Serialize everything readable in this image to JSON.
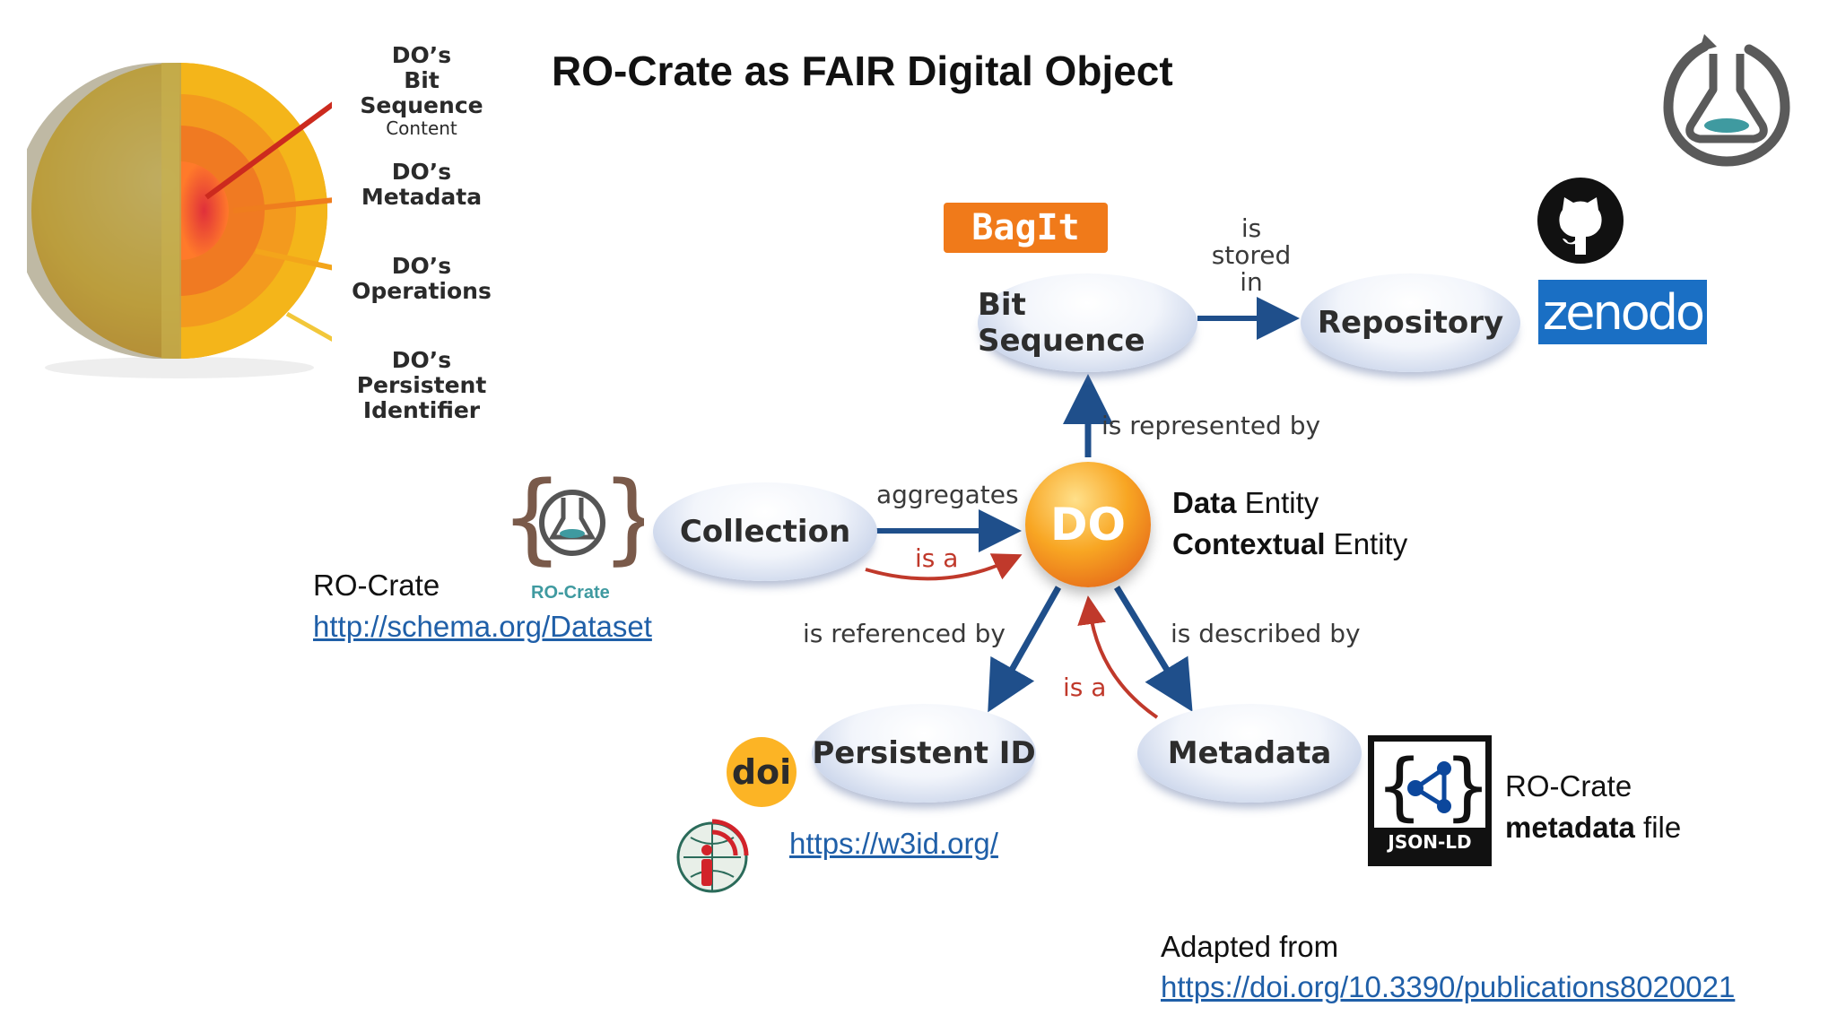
{
  "title": "RO-Crate as FAIR Digital Object",
  "do_layers": [
    {
      "title": "DO’s",
      "name": "Bit Sequence",
      "sub": "Content"
    },
    {
      "title": "DO’s",
      "name": "Metadata",
      "sub": ""
    },
    {
      "title": "DO’s",
      "name": "Operations",
      "sub": ""
    },
    {
      "title": "DO’s",
      "name": "Persistent Identifier",
      "sub": ""
    }
  ],
  "nodes": {
    "center": "DO",
    "bit_sequence": "Bit Sequence",
    "repository": "Repository",
    "collection": "Collection",
    "persistent_id": "Persistent ID",
    "metadata": "Metadata"
  },
  "edges": {
    "is_stored_in": [
      "is",
      "stored",
      "in"
    ],
    "is_represented_by": "is represented by",
    "aggregates": "aggregates",
    "is_a_collection": "is a",
    "is_referenced_by": "is referenced by",
    "is_described_by": "is described by",
    "is_a_metadata": "is a"
  },
  "entities": {
    "line1_bold": "Data",
    "line1_rest": " Entity",
    "line2_bold": "Contextual",
    "line2_rest": " Entity"
  },
  "logos": {
    "bagit": "BagIt",
    "zenodo": "zenodo",
    "ro_crate": "RO-Crate",
    "doi": "doi",
    "jsonld": "JSON-LD"
  },
  "ro_crate_dataset": {
    "label": "RO-Crate",
    "link": "http://schema.org/Dataset"
  },
  "w3id_link": "https://w3id.org/",
  "metadata_file": {
    "line1": "RO-Crate",
    "line2_bold": "metadata",
    "line2_rest": " file"
  },
  "adapted": {
    "label": "Adapted from",
    "link": "https://doi.org/10.3390/publications8020021"
  },
  "colors": {
    "arrow_blue": "#1f4f8b",
    "arrow_red": "#c0392b",
    "link_blue": "#1f5fa8",
    "zenodo_blue": "#1a6fc4",
    "bagit_orange": "#f07a1a"
  }
}
